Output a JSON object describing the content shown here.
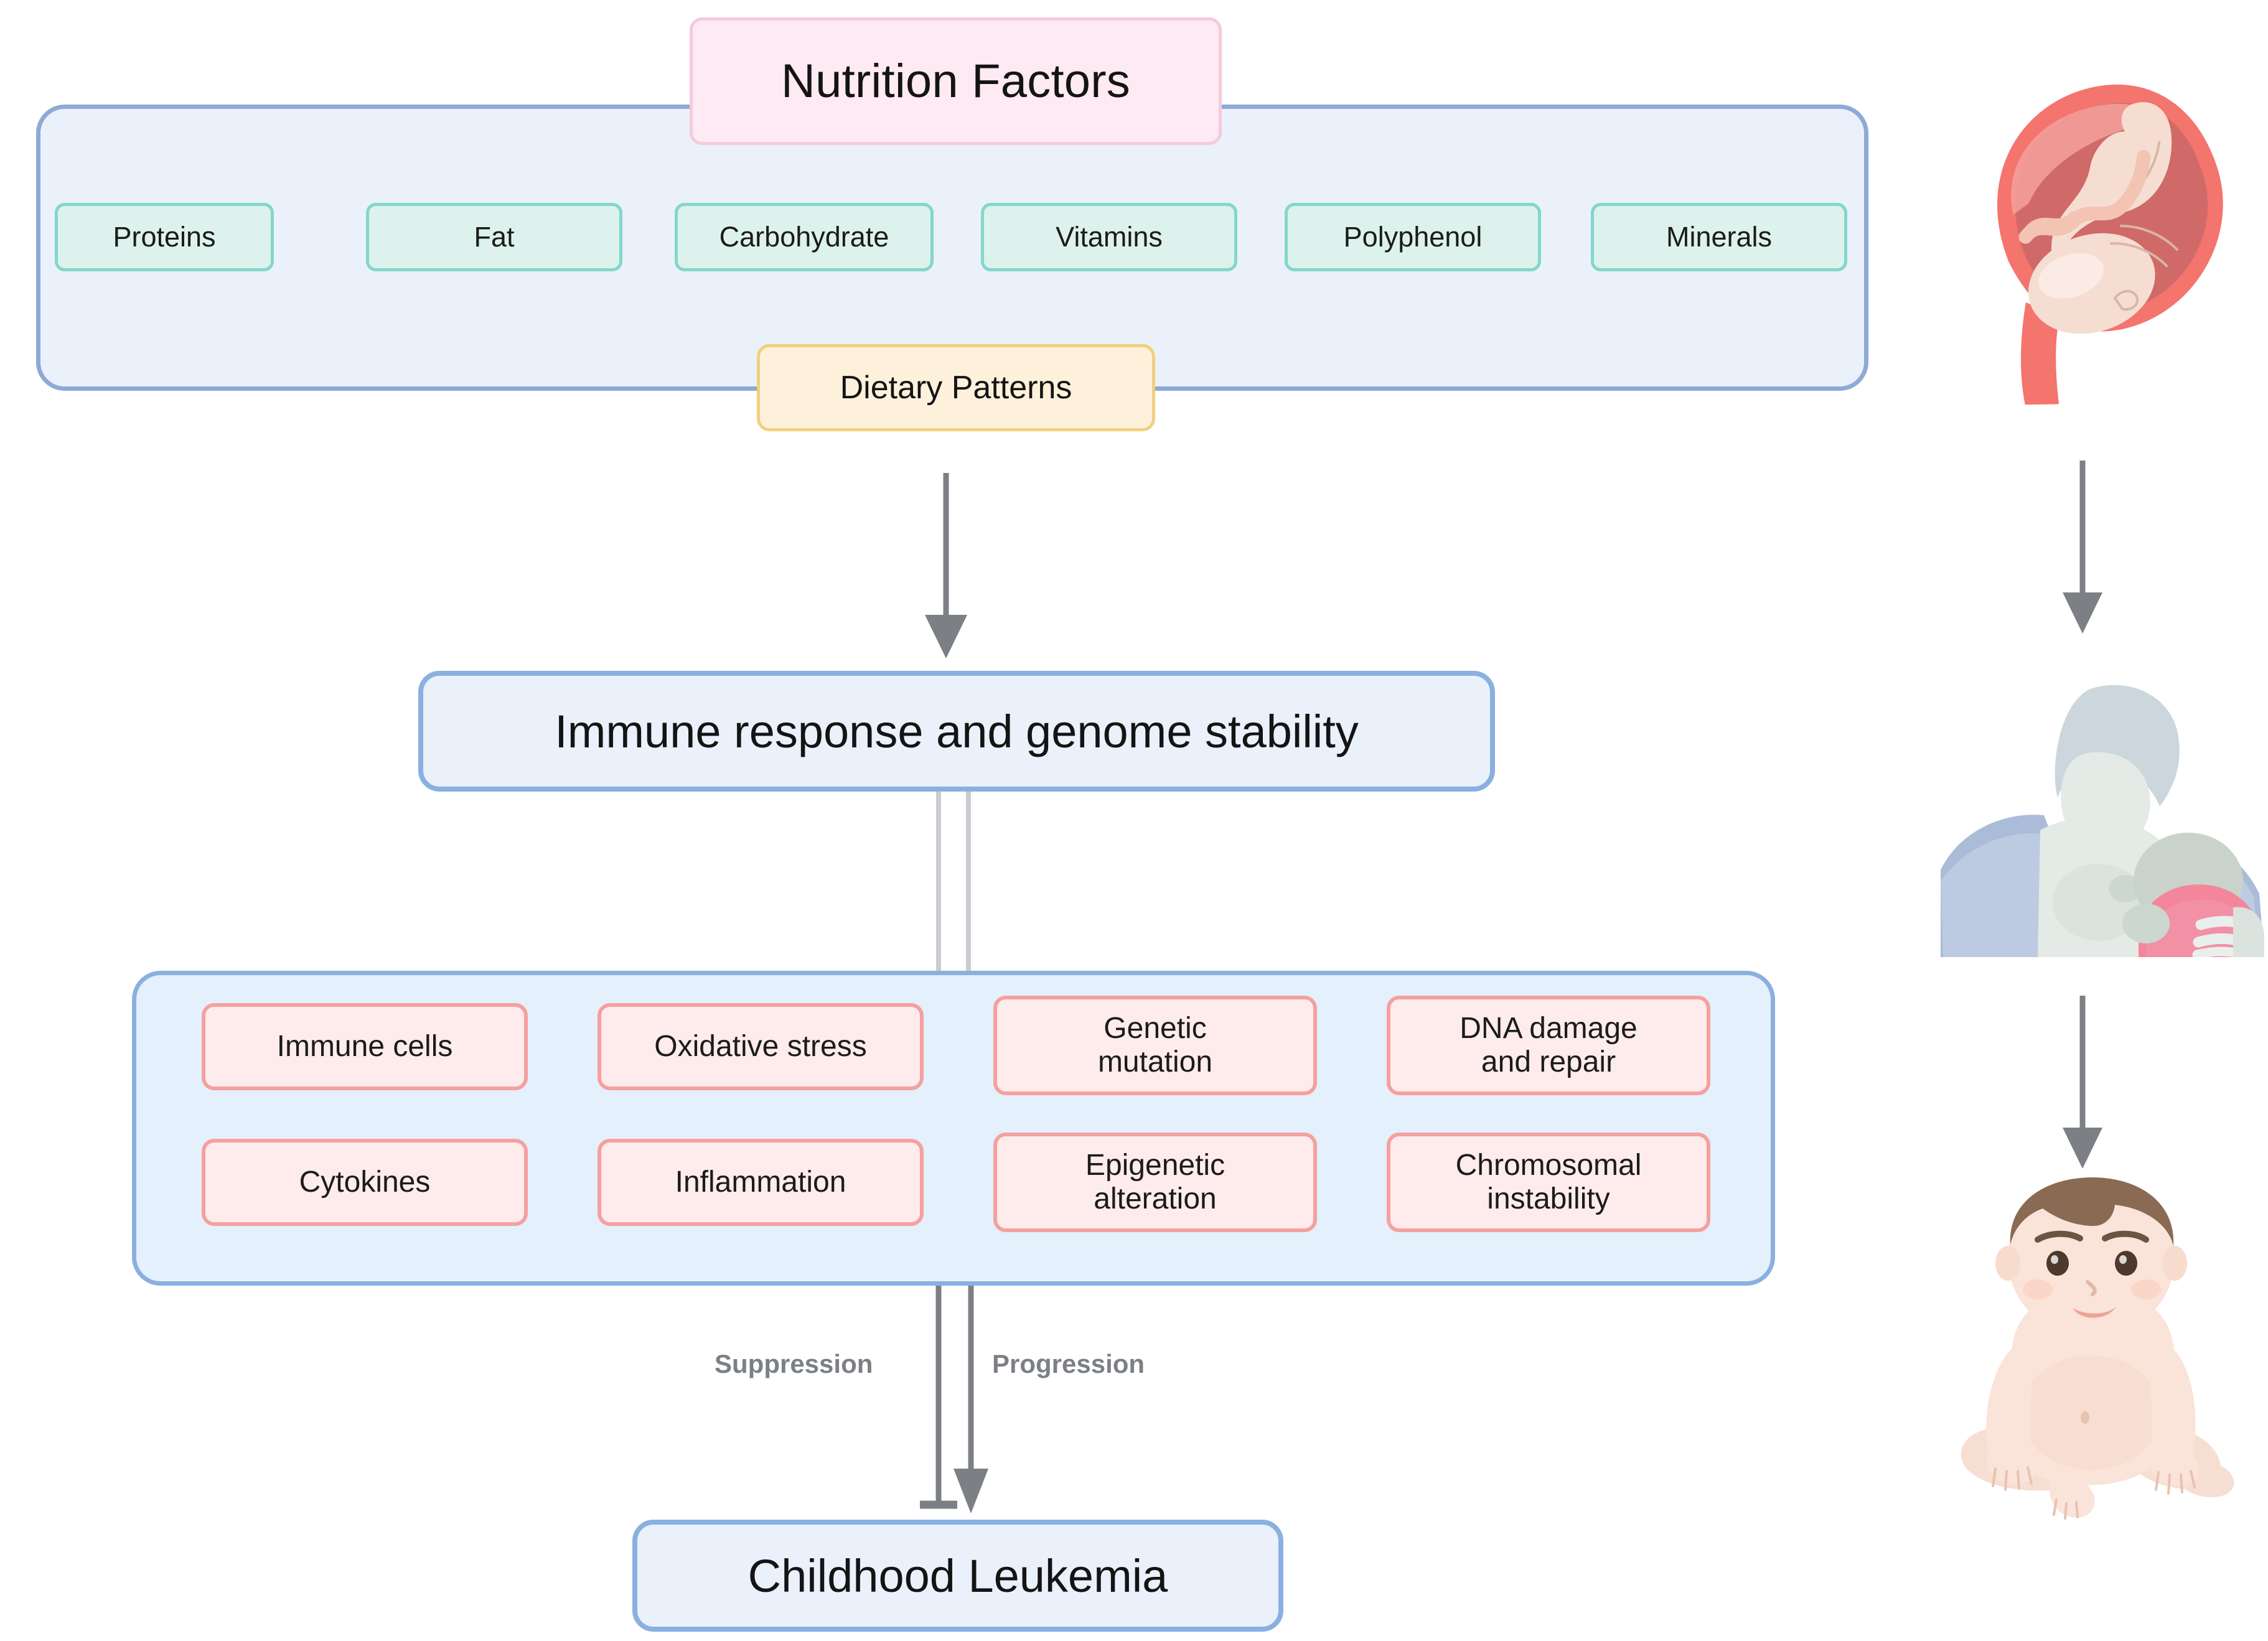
{
  "diagram": {
    "title": "Nutrition Factors and Childhood Leukemia pathway",
    "colors": {
      "panel_fill": "#eaf1fb",
      "panel_border": "#8ea9d6",
      "title_fill": "#fdeaf2",
      "title_border": "#f6c9dd",
      "chip_fill": "#ddf2ec",
      "chip_border": "#84d6ca",
      "dietary_fill": "#fdf1dc",
      "dietary_border": "#f3cf7d",
      "mechanism_fill": "#fdeceb",
      "mechanism_border": "#f5a0a0",
      "arrow": "#7c8084",
      "thin_connector": "#c9cdd1"
    }
  },
  "nutrition": {
    "title": "Nutrition Factors",
    "factors": [
      {
        "label": "Proteins"
      },
      {
        "label": "Fat"
      },
      {
        "label": "Carbohydrate"
      },
      {
        "label": "Vitamins"
      },
      {
        "label": "Polyphenol"
      },
      {
        "label": "Minerals"
      }
    ],
    "dietary_patterns": "Dietary Patterns"
  },
  "immune": {
    "label": "Immune response and genome stability"
  },
  "mechanisms": {
    "row1": [
      {
        "label": "Immune cells"
      },
      {
        "label": "Oxidative stress"
      },
      {
        "label": "Genetic\nmutation",
        "line1": "Genetic",
        "line2": "mutation"
      },
      {
        "label": "DNA damage\nand repair",
        "line1": "DNA damage",
        "line2": "and repair"
      }
    ],
    "row2": [
      {
        "label": "Cytokines"
      },
      {
        "label": "Inflammation"
      },
      {
        "label": "Epigenetic\nalteration",
        "line1": "Epigenetic",
        "line2": "alteration"
      },
      {
        "label": "Chromosomal\ninstability",
        "line1": "Chromosomal",
        "line2": "instability"
      }
    ]
  },
  "edges": {
    "suppression": "Suppression",
    "progression": "Progression"
  },
  "outcome": {
    "label": "Childhood Leukemia"
  },
  "illustrations": [
    {
      "name": "fetus-in-utero",
      "caption": ""
    },
    {
      "name": "breastfeeding-mother",
      "caption": ""
    },
    {
      "name": "sitting-baby",
      "caption": ""
    }
  ]
}
